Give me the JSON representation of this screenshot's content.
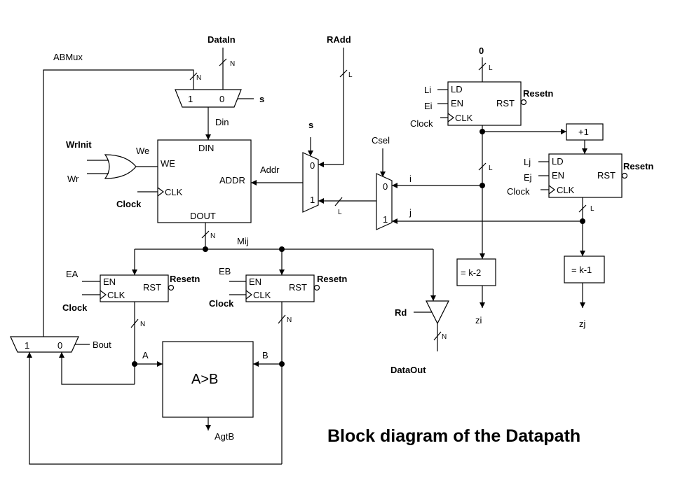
{
  "title": "Block diagram of the Datapath",
  "signals": {
    "dataIn": "DataIn",
    "radd": "RAdd",
    "abmux": "ABMux",
    "s_top": "s",
    "s_addr": "s",
    "csel": "Csel",
    "zero_top": "0",
    "din_wire": "Din",
    "addr_wire": "Addr",
    "mij": "Mij",
    "wrinit": "WrInit",
    "wr": "Wr",
    "we_wire": "We",
    "clock_mem": "Clock",
    "ea": "EA",
    "eb": "EB",
    "clock_a": "Clock",
    "clock_b": "Clock",
    "resetn_a": "Resetn",
    "resetn_b": "Resetn",
    "bout": "Bout",
    "a": "A",
    "b": "B",
    "agtb": "AgtB",
    "rd": "Rd",
    "dataout": "DataOut",
    "i": "i",
    "j": "j",
    "li": "Li",
    "ei": "Ei",
    "clock_i": "Clock",
    "resetn_i": "Resetn",
    "lj": "Lj",
    "ej": "Ej",
    "clock_j": "Clock",
    "resetn_j": "Resetn",
    "zi": "zi",
    "zj": "zj"
  },
  "widths": {
    "n": "N",
    "l": "L"
  },
  "blocks": {
    "memory": {
      "din": "DIN",
      "we": "WE",
      "addr": "ADDR",
      "clk": "CLK",
      "dout": "DOUT"
    },
    "reg_a": {
      "en": "EN",
      "clk": "CLK",
      "rst": "RST"
    },
    "reg_b": {
      "en": "EN",
      "clk": "CLK",
      "rst": "RST"
    },
    "reg_i": {
      "ld": "LD",
      "en": "EN",
      "clk": "CLK",
      "rst": "RST"
    },
    "reg_j": {
      "ld": "LD",
      "en": "EN",
      "clk": "CLK",
      "rst": "RST"
    },
    "comparator": "A>B",
    "incrementer": "+1",
    "cmp_zi": "= k-2",
    "cmp_zj": "= k-1"
  },
  "muxes": {
    "din_mux": {
      "in1": "1",
      "in0": "0"
    },
    "addr_mux": {
      "in0": "0",
      "in1": "1"
    },
    "csel_mux": {
      "in0": "0",
      "in1": "1"
    },
    "bout_mux": {
      "in1": "1",
      "in0": "0"
    }
  }
}
